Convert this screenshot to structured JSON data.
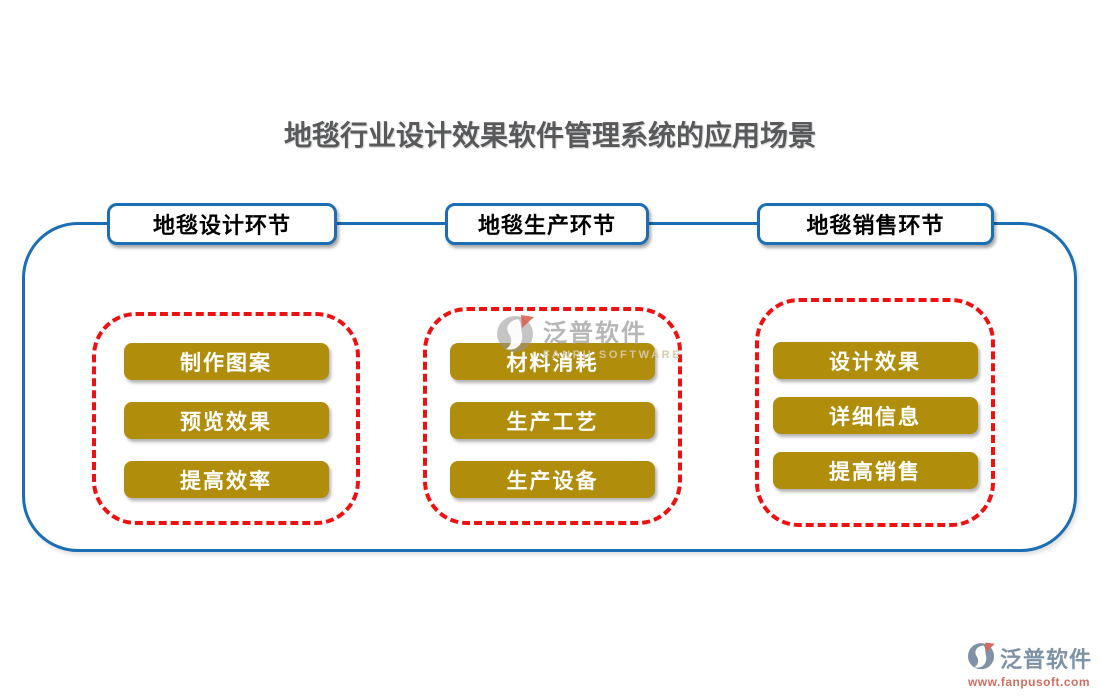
{
  "title": "地毯行业设计效果软件管理系统的应用场景",
  "sections": [
    {
      "header": "地毯设计环节",
      "items": [
        "制作图案",
        "预览效果",
        "提高效率"
      ]
    },
    {
      "header": "地毯生产环节",
      "items": [
        "材料消耗",
        "生产工艺",
        "生产设备"
      ]
    },
    {
      "header": "地毯销售环节",
      "items": [
        "设计效果",
        "详细信息",
        "提高销售"
      ]
    }
  ],
  "watermark_center": {
    "brand": "泛普软件",
    "subtitle": "FANPU SOFTWARE"
  },
  "watermark_footer": {
    "brand": "泛普软件",
    "url": "www.fanpusoft.com"
  },
  "colors": {
    "title_text": "#58595B",
    "outline_blue": "#1B6DB4",
    "button_gold": "#B18D0C",
    "dashed_red": "#EE1111",
    "button_text": "#FFFFFF",
    "header_text": "#000000",
    "footer_brand": "#7E92A6",
    "footer_url": "#CB7063"
  }
}
